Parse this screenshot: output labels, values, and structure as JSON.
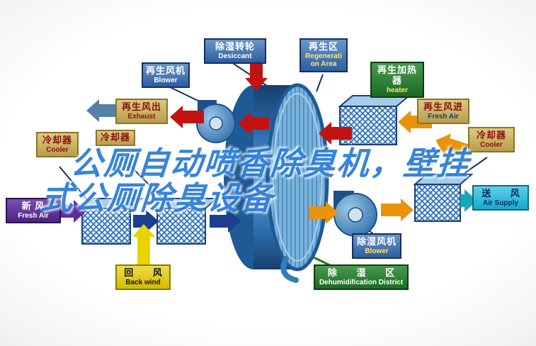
{
  "watermark": {
    "line1": "公厕自动喷香除臭机，壁挂",
    "line2": "式公厕除臭设备"
  },
  "labels": {
    "blower_top": {
      "zh": "再生风机",
      "en": "Blower"
    },
    "desiccant": {
      "zh": "除湿转轮",
      "en": "Desiccant"
    },
    "regeneration_area": {
      "zh": "再生区",
      "en": "Regeneration Area"
    },
    "heater": {
      "zh": "再生加热器",
      "en": "heater"
    },
    "exhaust": {
      "zh": "再生风出",
      "en": "Exhaust"
    },
    "cooler_left": {
      "zh": "冷却器",
      "en": "Cooler"
    },
    "cooler_mid": {
      "zh": "冷却器"
    },
    "fresh_air_left": {
      "zh": "新 风",
      "en": "Fresh Air"
    },
    "regen_air_in": {
      "zh": "再生风进",
      "en": "Fresh Air"
    },
    "cooler_right": {
      "zh": "冷却器",
      "en": "Cooler"
    },
    "air_supply": {
      "zh": "送 风",
      "en": "Air Supply"
    },
    "back_wind": {
      "zh": "回 风",
      "en": "Back wind"
    },
    "blower_bottom": {
      "zh": "除湿风机",
      "en": "Blower"
    },
    "dehumidification": {
      "zh": "除 湿 区",
      "en": "Dehumidification District"
    }
  },
  "colors": {
    "arrow_red": "#c41212",
    "arrow_orange": "#e8930a",
    "arrow_yellow": "#e8d400",
    "arrow_purple": "#5a2d9a",
    "arrow_navy": "#1a3f8f",
    "arrow_teal": "#17a8b8",
    "arrow_steel": "#5580a8",
    "wheel_blue": "#2b6fae",
    "watermark_blue": "#156ed4",
    "connector_navy": "#16305e",
    "connector_green": "#1e7a1e"
  }
}
